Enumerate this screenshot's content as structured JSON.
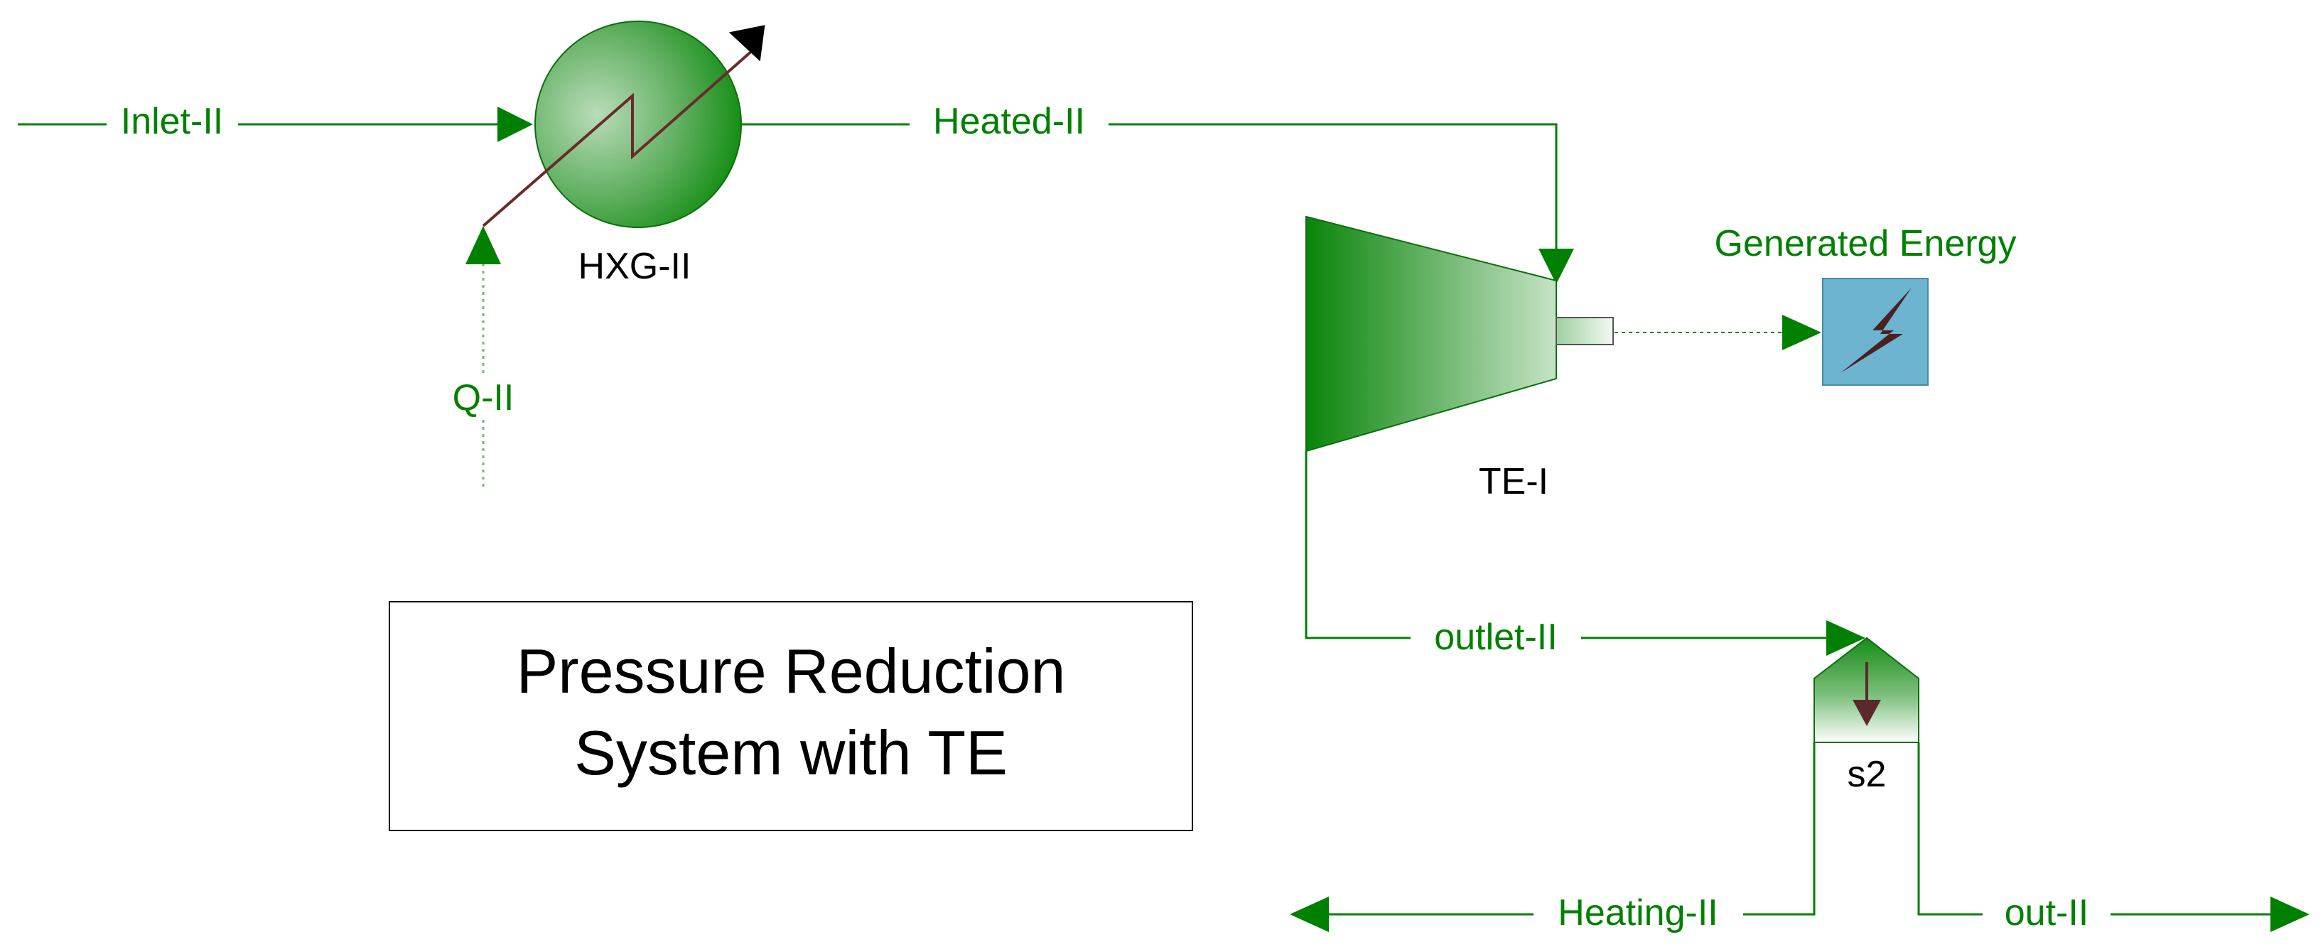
{
  "streams": {
    "inlet": "Inlet-II",
    "heated": "Heated-II",
    "q": "Q-II",
    "outlet": "outlet-II",
    "heating": "Heating-II",
    "out": "out-II"
  },
  "units": {
    "heat_exchanger": "HXG-II",
    "turbine": "TE-I",
    "energy": "Generated Energy",
    "splitter": "s2"
  },
  "title_box": {
    "line1": "Pressure Reduction",
    "line2": "System with TE"
  },
  "icons": {
    "heat_exchanger": "heat-exchanger-icon",
    "turbine": "turbine-expander-icon",
    "energy": "lightning-bolt-icon",
    "splitter": "splitter-icon"
  },
  "colors": {
    "stream": "#008000",
    "energy_box": "#6cb4cf",
    "bolt": "#4a2020",
    "background": "#ffffff"
  }
}
